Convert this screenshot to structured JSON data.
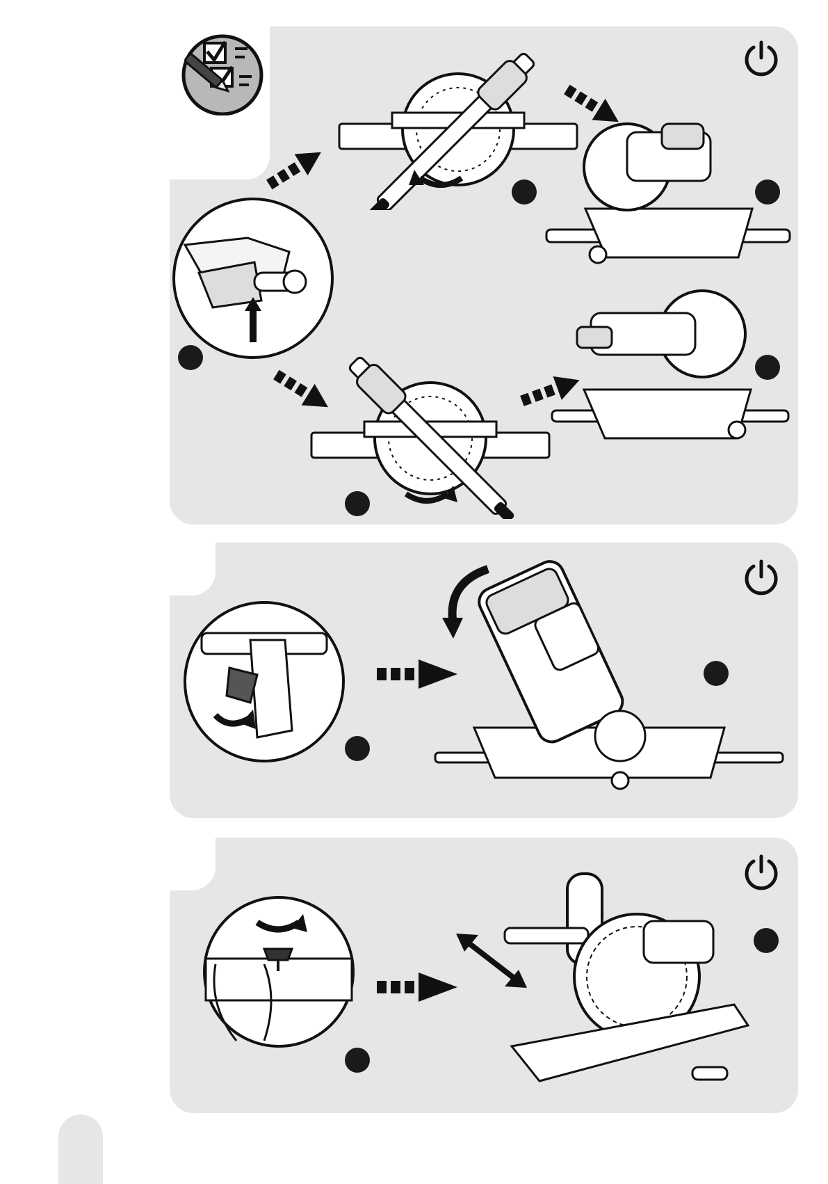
{
  "page": {
    "icons": [
      "checklist-pencil-icon",
      "power-off-icon",
      "dashed-arrow-icon",
      "curved-arrow-icon",
      "double-arrow-icon"
    ],
    "colors": {
      "panel": "#e6e6e6",
      "ink": "#1a1a1a",
      "background": "#ffffff"
    }
  },
  "panels": [
    {
      "name": "bevel-miter-panel",
      "steps": 5
    },
    {
      "name": "tilt-panel",
      "steps": 2
    },
    {
      "name": "slide-panel",
      "steps": 2
    }
  ]
}
